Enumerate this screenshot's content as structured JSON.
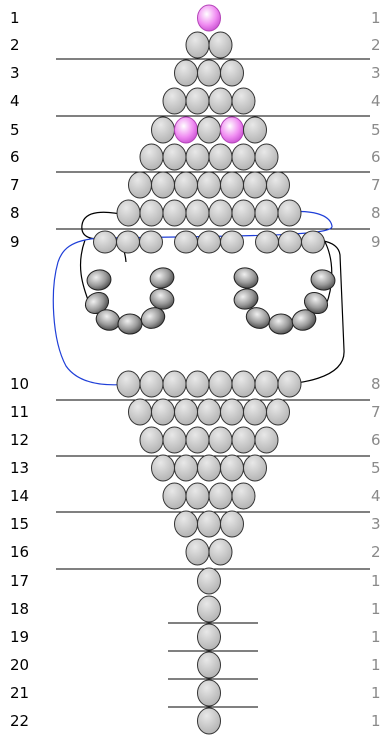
{
  "row_numbers_left": [
    "1",
    "2",
    "3",
    "4",
    "5",
    "6",
    "7",
    "8",
    "9",
    "10",
    "11",
    "12",
    "13",
    "14",
    "15",
    "16",
    "17",
    "18",
    "19",
    "20",
    "21",
    "22"
  ],
  "bead_counts_right": [
    "1",
    "2",
    "3",
    "4",
    "5",
    "6",
    "7",
    "8",
    "9",
    "8",
    "7",
    "6",
    "5",
    "4",
    "3",
    "2",
    "1",
    "1",
    "1",
    "1",
    "1",
    "1"
  ],
  "colors": {
    "bead_gray": "#c8c8c8",
    "bead_outline": "#333333",
    "accent_pink": "#e46fe6",
    "thread_black": "#000000",
    "thread_blue": "#1f3fd8",
    "right_number_gray": "#8a8a8a"
  },
  "pink_beads": [
    {
      "row": 1,
      "index": 0
    },
    {
      "row": 5,
      "index": 1
    },
    {
      "row": 5,
      "index": 3
    }
  ]
}
